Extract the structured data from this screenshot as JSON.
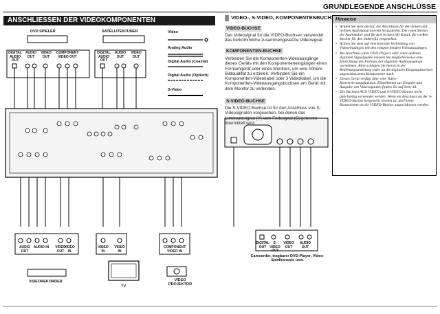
{
  "header": {
    "section_title": "GRUNDLEGENDE ANSCHLÜSSE"
  },
  "diagram": {
    "title": "ANSCHLIESSEN DER VIDEOKOMPONENTEN",
    "dvd_player": "DVD SPIELER",
    "sat_tuner": "SATELLITENTUNER",
    "dvd_jacks": [
      "DIGITAL AUDIO OUT",
      "AUDIO OUT",
      "VIDEO OUT",
      "COMPONENT VIDEO OUT"
    ],
    "sat_jacks": [
      "DIGITAL AUDIO OUT",
      "AUDIO OUT",
      "VIDEO OUT"
    ],
    "legend": [
      "Video",
      "Analog Audio",
      "Digital Audio (Coaxial)",
      "Digital Audio (Optisch)",
      "S-Video"
    ],
    "vcr_jacks": [
      "AUDIO OUT",
      "AUDIO IN",
      "VIDEO OUT",
      "VIDEO IN"
    ],
    "vcr_label": "VIDEOREKORDER",
    "tv_jacks": [
      "VIDEO IN",
      "VIDEO IN"
    ],
    "tv_label": "TV",
    "proj_jacks": [
      "COMPONENT VIDEO IN"
    ],
    "proj_label": "VIDEO PROJEKTOR",
    "camcorder_jacks": [
      "DIGITAL OUT",
      "S-VIDEO OUT",
      "VIDEO OUT",
      "AUDIO OUT"
    ],
    "camcorder_label": "Camcorder, tragbarer DVD-Player, Video-Spielkonsole usw."
  },
  "middle": {
    "title": "VIDEO-, S-VIDEO, KOMPONENTENBUCHSE",
    "video_head": "VIDEO-BUCHSE",
    "video_text": "Das Videosignal für die VIDEO-Buchsen verwendet das herkömmliche zusammengesetzte Videosignal.",
    "comp_head": "KOMPONENTEN-BUCHSE",
    "comp_text": "Verbinden Sie die Komponenten-Videoausgänge dieses Geräts mit den Komponenteneingängen eines Fernsehgerät oder eines Monitors, um eine höhere Bildqualität zu erzielen. Verbinden Sie ein Komponenten-Videokabel oder 3 Videokabel, um die Komponenten-Videoausgangsbuchsen am Gerät mit dem Monitor zu verbinden.",
    "svideo_head": "S-VIDEO-BUCHSE",
    "svideo_text": "Die S-VIDEO-Buchse ist für den Anschluss von S-Videosignalen vorgesehen, bei denen das Luminanzsignal (Y) vom Farbsignal (C) getrennt übermittelt wird."
  },
  "hinweise": {
    "title": "Hinweise",
    "items": [
      "Achten Sie stets darauf, die Anschlüsse für den linken und rechten Audiokanal korrekt herzustellen. Die roten Stecker der Audiokabel sind für den rechten (R) Kanal, die weißen Stecker für den linken (L) vorgesehen.",
      "Achten Sie stets auf eine korrekte Verbindung von Videoeingängen mit den entsprechenden Videoausgängen.",
      "Bei Anschluss eines DVD-Players oder einer anderen digitalen Signalquelle müssen Sie möglicherweise eine Einrichtung des Formats der digitalen Audioausgänge vornehmen. Bitte schlagen Sie hierzu in der Bedienungsanleitung jeder an die digitalen Eingangsbuchsen angeschlossenen Komponente nach.",
      "Dieses Gerät verfügt über eine Video-Konvertierungsfunktion. Einzelheiten zur Eingabe und Ausgabe von Videosignalen finden Sie auf Seite 43.",
      "Die Buchsen AUX VIDEO und S-VIDEO können nicht gleichzeitig verwendet werden. Wenn ein Anschluss an der S-VIDEO-Buchse hergestellt worden ist, darf keine Komponente an die VIDEO-Buchse angeschlossen werden."
    ]
  }
}
